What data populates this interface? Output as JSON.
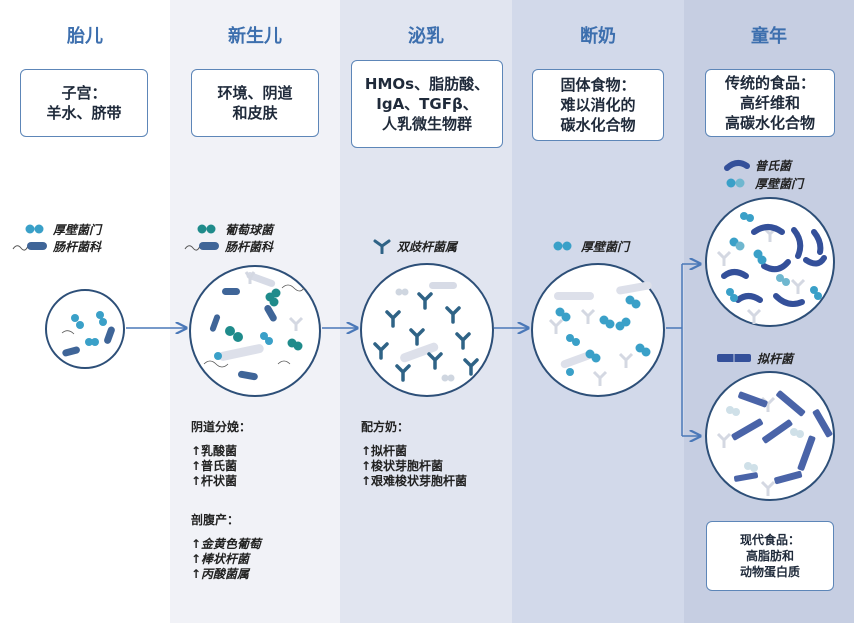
{
  "stages": [
    {
      "title": "胎儿",
      "box": [
        "子宫：",
        "羊水、脐带"
      ],
      "legend": [
        "厚壁菌门",
        "肠杆菌科"
      ]
    },
    {
      "title": "新生儿",
      "box": [
        "环境、阴道",
        "和皮肤"
      ],
      "legend": [
        "葡萄球菌",
        "肠杆菌科"
      ]
    },
    {
      "title": "泌乳",
      "box": [
        "HMOs、脂肪酸、",
        "IgA、TGFβ、",
        "人乳微生物群"
      ],
      "legend": [
        "双歧杆菌属"
      ]
    },
    {
      "title": "断奶",
      "box": [
        "固体食物：",
        "难以消化的",
        "碳水化合物"
      ],
      "legend": [
        "厚壁菌门"
      ]
    },
    {
      "title": "童年",
      "box": [
        "传统的食品：",
        "高纤维和",
        "高碳水化合物"
      ],
      "legend": [
        "普氏菌",
        "厚壁菌门"
      ],
      "legend2": [
        "拟杆菌"
      ],
      "box2": [
        "现代食品：",
        "高脂肪和",
        "动物蛋白质"
      ]
    }
  ],
  "notes_newborn": {
    "vaginal_head": "阴道分娩：",
    "vaginal": [
      "↑乳酸菌",
      "↑普氏菌",
      "↑杆状菌"
    ],
    "cesarean_head": "剖腹产：",
    "cesarean": [
      "↑金黄色葡萄",
      "↑棒状杆菌",
      "↑丙酸菌属"
    ]
  },
  "notes_lactation": {
    "head": "配方奶：",
    "items": [
      "↑拟杆菌",
      "↑梭状芽胞杆菌",
      "↑艰难梭状芽胞杆菌"
    ]
  },
  "colors": {
    "title": "#3d6fae",
    "arrow": "#4a78b8",
    "rod": "#3f6598",
    "coccus": "#2a93b8",
    "teal": "#1f8b8b",
    "y_dark": "#2f6386",
    "light_gray": "#c9ced8",
    "navy": "#34509a"
  }
}
